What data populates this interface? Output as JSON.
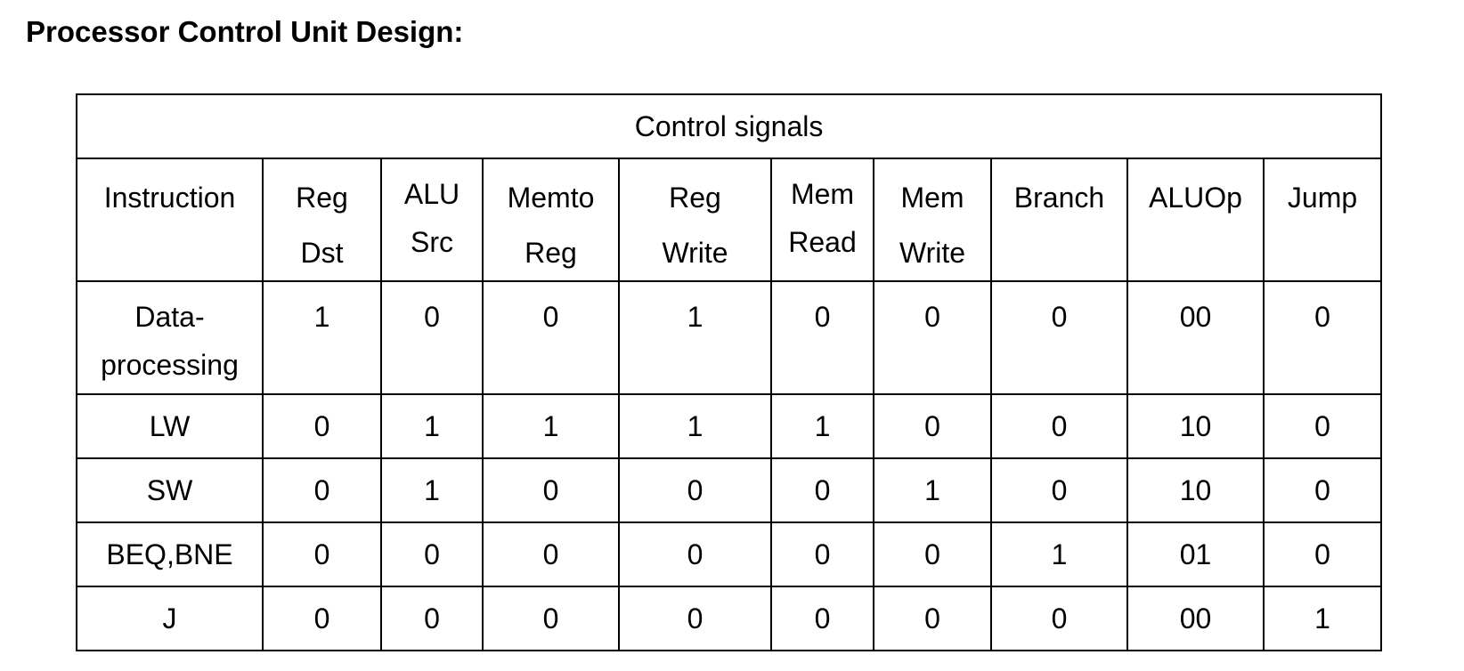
{
  "page": {
    "title": "Processor Control Unit Design:"
  },
  "table": {
    "caption": "Control signals",
    "headers": [
      [
        "Instruction"
      ],
      [
        "Reg",
        "Dst"
      ],
      [
        "ALU",
        "Src"
      ],
      [
        "Memto",
        "Reg"
      ],
      [
        "Reg",
        "Write"
      ],
      [
        "Mem",
        "Read"
      ],
      [
        "Mem",
        "Write"
      ],
      [
        "Branch"
      ],
      [
        "ALUOp"
      ],
      [
        "Jump"
      ]
    ],
    "rows": [
      {
        "instruction": [
          "Data-",
          "processing"
        ],
        "values": [
          "1",
          "0",
          "0",
          "1",
          "0",
          "0",
          "0",
          "00",
          "0"
        ]
      },
      {
        "instruction": [
          "LW"
        ],
        "values": [
          "0",
          "1",
          "1",
          "1",
          "1",
          "0",
          "0",
          "10",
          "0"
        ]
      },
      {
        "instruction": [
          "SW"
        ],
        "values": [
          "0",
          "1",
          "0",
          "0",
          "0",
          "1",
          "0",
          "10",
          "0"
        ]
      },
      {
        "instruction": [
          "BEQ,BNE"
        ],
        "values": [
          "0",
          "0",
          "0",
          "0",
          "0",
          "0",
          "1",
          "01",
          "0"
        ]
      },
      {
        "instruction": [
          "J"
        ],
        "values": [
          "0",
          "0",
          "0",
          "0",
          "0",
          "0",
          "0",
          "00",
          "1"
        ]
      }
    ]
  }
}
